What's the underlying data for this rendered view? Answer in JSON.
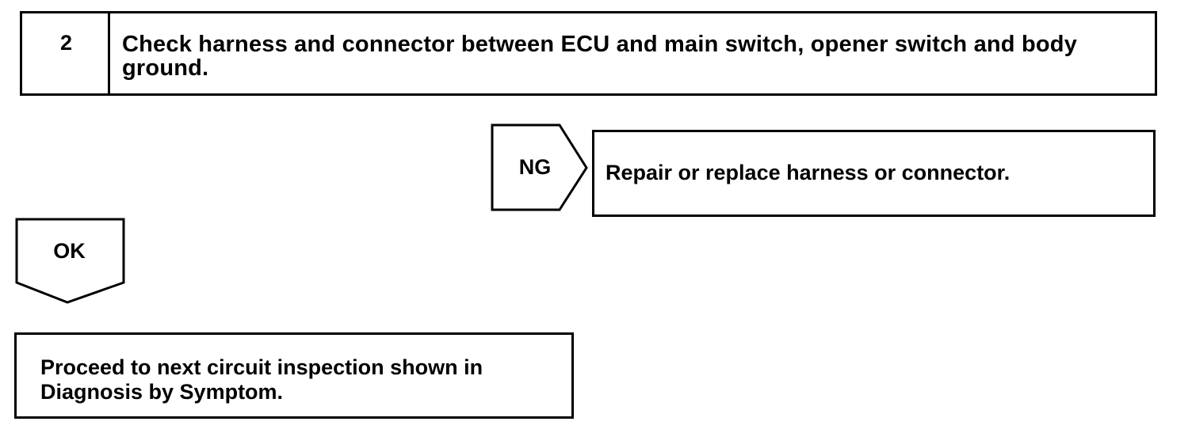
{
  "step": {
    "number": "2",
    "title": "Check harness and connector between ECU and main switch, opener switch and body ground."
  },
  "ng_branch": {
    "label": "NG",
    "result": "Repair or replace harness or connector."
  },
  "ok_branch": {
    "label": "OK",
    "result": "Proceed to next circuit inspection shown in Diagnosis by Symptom."
  }
}
